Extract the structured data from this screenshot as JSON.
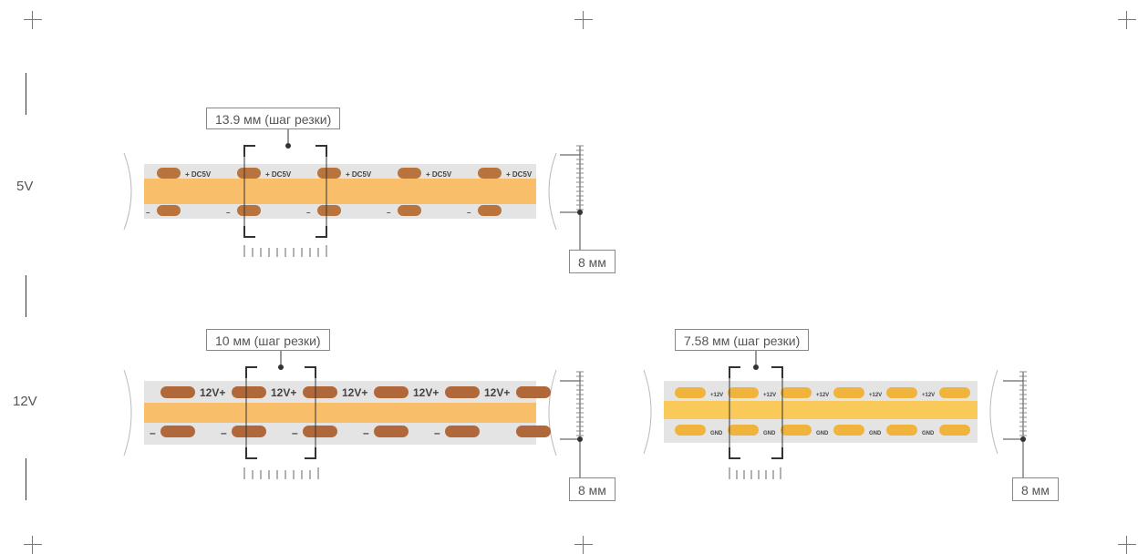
{
  "rows": [
    {
      "voltage": "5V"
    },
    {
      "voltage": "12V"
    }
  ],
  "strips": [
    {
      "id": "strip-5v",
      "cut_label": "13.9 мм (шаг резки)",
      "width_label": "8 мм",
      "top_marking": "DC5V",
      "top_plus": "+",
      "bottom_minus": "–",
      "led_color": "#F8BE6A",
      "pad_color": "#B8743C"
    },
    {
      "id": "strip-12v-a",
      "cut_label": "10 мм (шаг резки)",
      "width_label": "8 мм",
      "top_marking": "12V+",
      "bottom_minus": "–",
      "led_color": "#F8BE6A",
      "pad_color": "#B0683A"
    },
    {
      "id": "strip-12v-b",
      "cut_label": "7.58 мм (шаг резки)",
      "width_label": "8 мм",
      "top_marking": "+12V",
      "bottom_marking": "GND",
      "led_color": "#F9CA5A",
      "pad_color": "#F0B43C"
    }
  ],
  "colors": {
    "strip_base": "#E4E4E4",
    "bracket": "#333333",
    "ruler": "#666666"
  }
}
